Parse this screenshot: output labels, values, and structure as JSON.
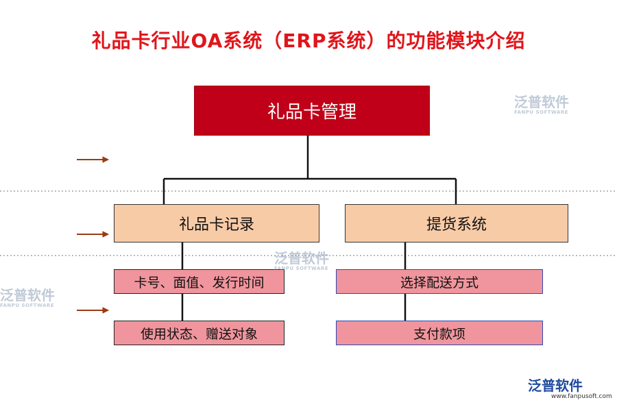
{
  "title": "礼品卡行业OA系统（ERP系统）的功能模块介绍",
  "root": {
    "label": "礼品卡管理"
  },
  "branches": [
    {
      "label": "礼品卡记录",
      "items": [
        "卡号、面值、发行时间",
        "使用状态、赠送对象"
      ]
    },
    {
      "label": "提货系统",
      "items": [
        "选择配送方式",
        "支付款项"
      ]
    }
  ],
  "watermarks": [
    {
      "cn": "泛普软件",
      "en": "FANPU SOFTWARE"
    },
    {
      "cn": "泛普软件",
      "en": "FANPU SOFTWARE"
    },
    {
      "cn": "泛普软件",
      "en": "FANPU SOFTWARE"
    }
  ],
  "logo": {
    "cn": "泛普软件",
    "url": "www.fanpusoft.com"
  },
  "colors": {
    "title": "#e0151b",
    "root": "#c00018",
    "level2": "#f8cba7",
    "level3": "#f0959d",
    "arrow": "#9c3a14"
  }
}
